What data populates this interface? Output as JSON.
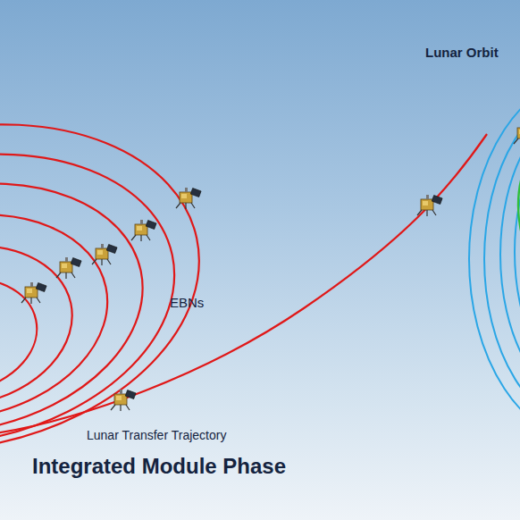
{
  "diagram": {
    "title": "Integrated Module Phase",
    "labels": [
      "Lunar Orbit",
      "EBNs",
      "Lunar Transfer Trajectory"
    ]
  }
}
